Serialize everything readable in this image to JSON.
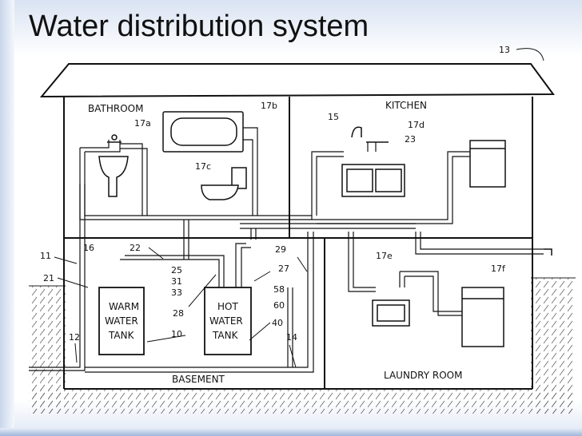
{
  "title": "Water distribution system",
  "rooms": {
    "bathroom": "BATHROOM",
    "kitchen": "KITCHEN",
    "basement": "BASEMENT",
    "laundry": "LAUNDRY ROOM"
  },
  "tanks": {
    "warm": [
      "WARM",
      "WATER",
      "TANK"
    ],
    "hot": [
      "HOT",
      "WATER",
      "TANK"
    ]
  },
  "refs": {
    "r13": "13",
    "r17a": "17a",
    "r17b": "17b",
    "r17c": "17c",
    "r17d": "17d",
    "r15": "15",
    "r23": "23",
    "r11": "11",
    "r16": "16",
    "r22": "22",
    "r21": "21",
    "r25": "25",
    "r31": "31",
    "r33": "33",
    "r28": "28",
    "r10": "10",
    "r12": "12",
    "r29": "29",
    "r27": "27",
    "r58": "58",
    "r60": "60",
    "r40": "40",
    "r14": "14",
    "r17e": "17e",
    "r17f": "17f"
  }
}
